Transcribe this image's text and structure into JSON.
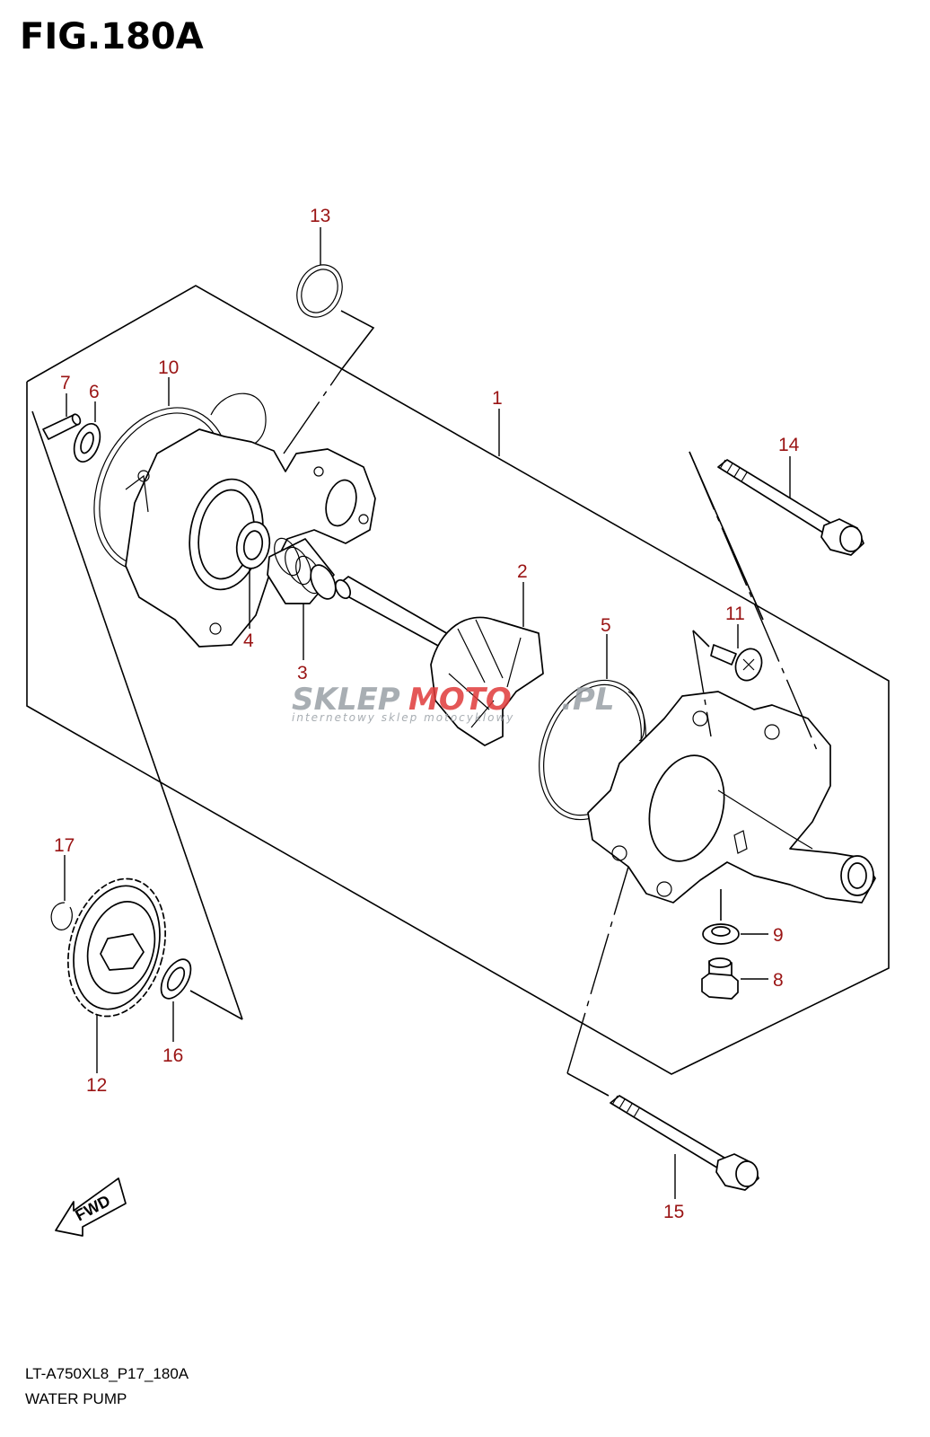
{
  "figure": {
    "title": "FIG.180A",
    "code": "LT-A750XL8_P17_180A",
    "name": "WATER PUMP"
  },
  "callouts": [
    {
      "id": "1",
      "label": "1"
    },
    {
      "id": "2",
      "label": "2"
    },
    {
      "id": "3",
      "label": "3"
    },
    {
      "id": "4",
      "label": "4"
    },
    {
      "id": "5",
      "label": "5"
    },
    {
      "id": "6",
      "label": "6"
    },
    {
      "id": "7",
      "label": "7"
    },
    {
      "id": "8",
      "label": "8"
    },
    {
      "id": "9",
      "label": "9"
    },
    {
      "id": "10",
      "label": "10"
    },
    {
      "id": "11",
      "label": "11"
    },
    {
      "id": "12",
      "label": "12"
    },
    {
      "id": "13",
      "label": "13"
    },
    {
      "id": "14",
      "label": "14"
    },
    {
      "id": "15",
      "label": "15"
    },
    {
      "id": "16",
      "label": "16"
    },
    {
      "id": "17",
      "label": "17"
    }
  ],
  "direction_arrow": {
    "label": "FWD"
  },
  "watermark": {
    "text_a": "SKLEP",
    "text_b": "MOTO",
    "text_c": ".PL",
    "tagline": "internetowy sklep motocyklowy",
    "color_gray": "#9aa0a6",
    "color_red": "#e03a3a"
  },
  "colors": {
    "callout": "#9a1414",
    "line": "#000000"
  }
}
